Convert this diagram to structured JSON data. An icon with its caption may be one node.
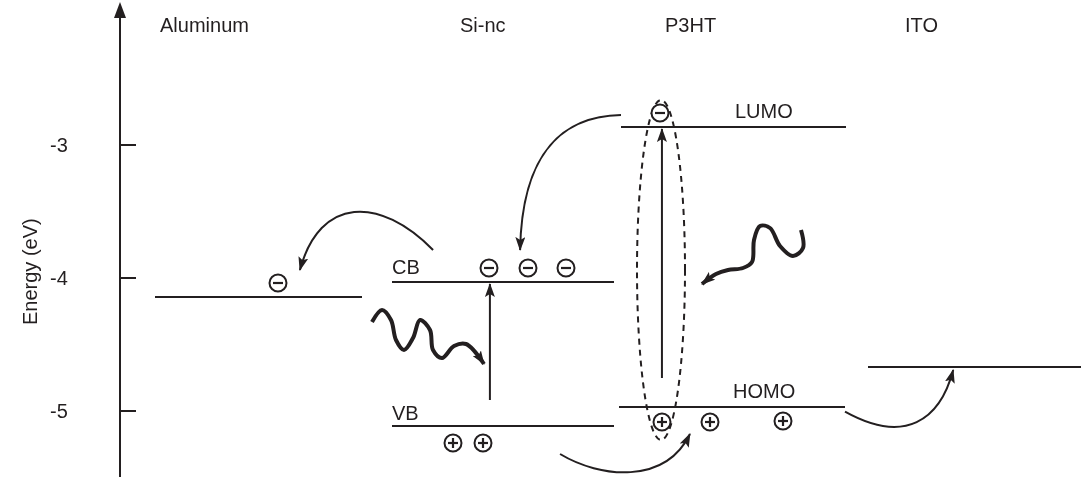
{
  "diagram": {
    "nodes": [
      {
        "text": [],
        "shape": "bar"
      },
      {
        "text": [
          "CB"
        ]
      },
      {
        "text": [
          "VB"
        ]
      },
      {
        "text": [
          "LUMO"
        ]
      },
      {
        "text": [
          "HOMO"
        ]
      },
      {
        "text": [],
        "shape": "bar"
      }
    ],
    "edges": [
      {
        "from": 3,
        "to": 1,
        "arrow": "to"
      },
      {
        "from": 1,
        "to": 0,
        "arrow": "to"
      },
      {
        "from": 2,
        "to": 1,
        "arrow": "to"
      },
      {
        "from": 4,
        "to": 3,
        "arrow": "to"
      },
      {
        "from": 2,
        "to": 4,
        "arrow": "to"
      },
      {
        "from": 4,
        "to": 5,
        "arrow": "to"
      }
    ],
    "labels": [
      "Aluminum",
      "Si-nc",
      "P3HT",
      "ITO",
      "Energy (eV)",
      "-3",
      "-4",
      "-5"
    ]
  }
}
